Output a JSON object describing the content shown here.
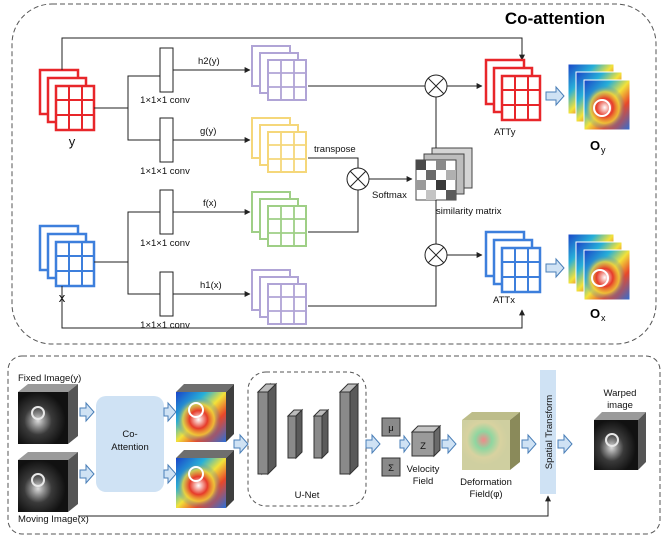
{
  "colors": {
    "red": "#e8262a",
    "blue": "#3d7fdc",
    "purple": "#b0a4d6",
    "yellow": "#f5d77a",
    "green": "#9fcf86",
    "coattn_fill": "#cfe2f4",
    "transform_fill": "#cfe2f4"
  },
  "top_panel": {
    "title": "Co-attention",
    "input_y_label": "y",
    "input_x_label": "x",
    "conv_label": "1×1×1 conv",
    "h2_label": "h2(y)",
    "g_label": "g(y)",
    "f_label": "f(x)",
    "h1_label": "h1(x)",
    "transpose_label": "transpose",
    "softmax_label": "Softmax",
    "similarity_label": "similarity matrix",
    "atty_label": "ATTy",
    "attx_label": "ATTx",
    "oy_main": "O",
    "oy_sub": "y",
    "ox_main": "O",
    "ox_sub": "x"
  },
  "bottom_panel": {
    "fixed_label": "Fixed Image(y)",
    "moving_label": "Moving Image(x)",
    "coattn_line1": "Co-",
    "coattn_line2": "Attention",
    "unet_label": "U-Net",
    "mu_label": "μ",
    "sigma_label": "Σ",
    "z_label": "Z",
    "velocity_line1": "Velocity",
    "velocity_line2": "Field",
    "deformation_line1": "Deformation",
    "deformation_line2": "Field(φ)",
    "spatial_label": "Spatial Transform",
    "warped_line1": "Warped",
    "warped_line2": "image"
  }
}
